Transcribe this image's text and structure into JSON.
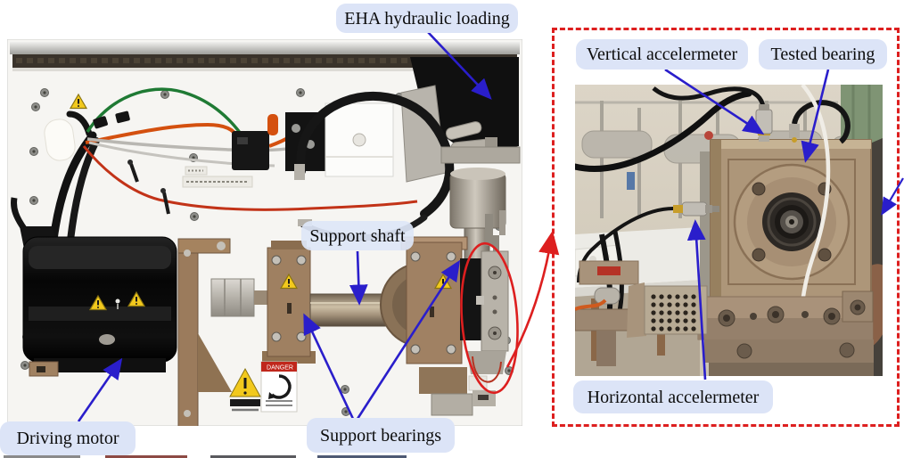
{
  "figure": {
    "kind": "experimental test rig figure with zoom-in inset",
    "labels": {
      "eha": "EHA hydraulic loading",
      "support_shaft": "Support shaft",
      "driving_motor": "Driving motor",
      "support_bearings": "Support bearings",
      "vertical_accel": "Vertical accelermeter",
      "tested_bearing": "Tested bearing",
      "horizontal_accel": "Horizontal accelermeter"
    },
    "stickers": {
      "danger": "DANGER"
    },
    "colors": {
      "label_bg": "#dce4f7",
      "annotation_arrow_blue": "#2a1ecb",
      "highlight_red": "#dd1f1f",
      "left_photo_panel": "#f6f5f2",
      "bronze_metal": "#a08266",
      "right_photo_background": "#d9d2c4"
    }
  }
}
